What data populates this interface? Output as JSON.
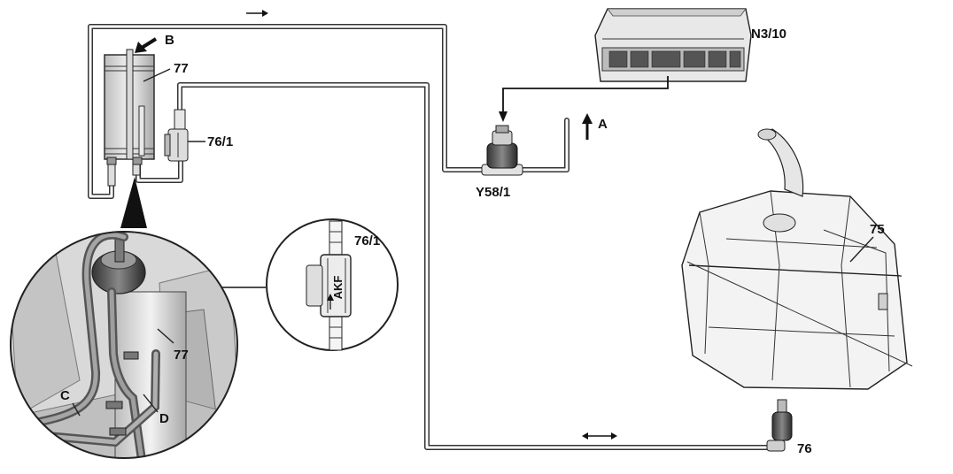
{
  "labels": {
    "b": "B",
    "canister": "77",
    "valve_pressure": "76/1",
    "ecu": "N3/10",
    "arrow_a": "A",
    "purge_valve": "Y58/1",
    "tank": "75",
    "detail_valve": "76/1",
    "detail_canister": "77",
    "c": "C",
    "d": "D",
    "shutoff_valve": "76",
    "akf": "AKF"
  },
  "colors": {
    "line": "#222222",
    "fill_light": "#e6e6e6",
    "fill_mid": "#b9b9b9",
    "fill_dark": "#555555"
  }
}
